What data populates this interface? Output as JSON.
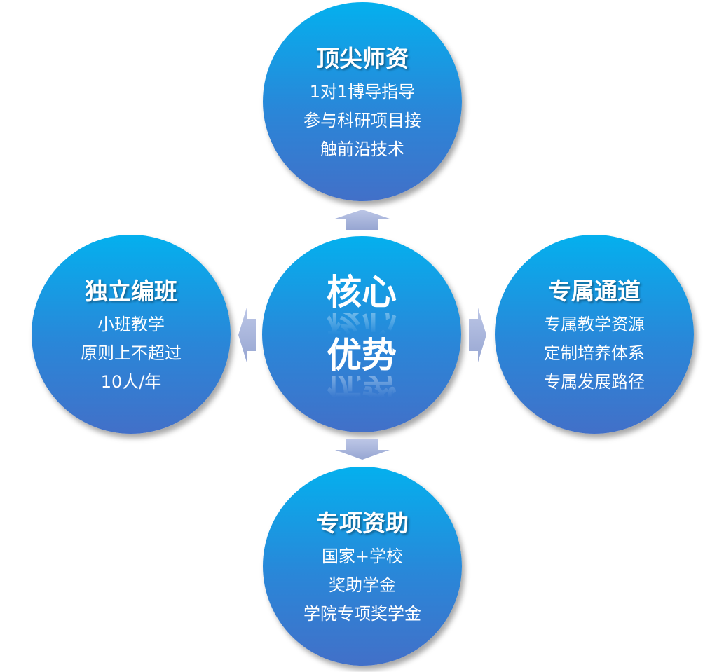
{
  "center": {
    "line1": "核心",
    "line2": "优势"
  },
  "top": {
    "title": "顶尖师资",
    "lines": [
      "1对1博导指导",
      "参与科研项目接",
      "触前沿技术"
    ]
  },
  "left": {
    "title": "独立编班",
    "lines": [
      "小班教学",
      "原则上不超过",
      "10人/年"
    ]
  },
  "right": {
    "title": "专属通道",
    "lines": [
      "专属教学资源",
      "定制培养体系",
      "专属发展路径"
    ]
  },
  "bottom": {
    "title": "专项资助",
    "lines": [
      "国家+学校",
      "奖助学金",
      "学院专项奖学金"
    ]
  },
  "colors": {
    "circle_top": "#04b0ee",
    "circle_bottom": "#4270c8",
    "arrow": "#a9b6dc"
  }
}
